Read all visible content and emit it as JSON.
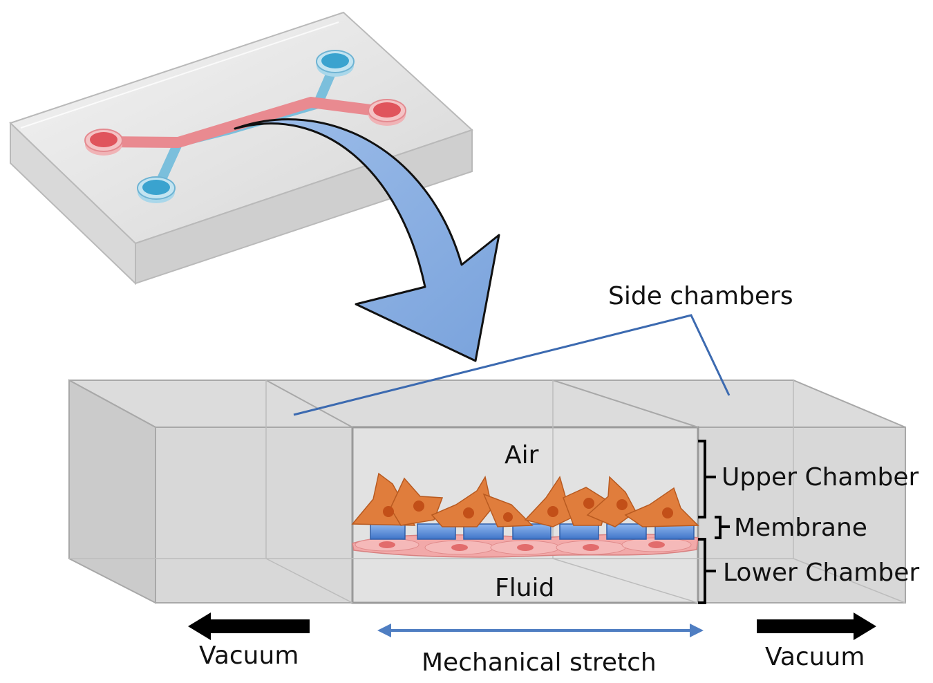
{
  "labels": {
    "side_chambers": "Side chambers",
    "air": "Air",
    "fluid": "Fluid",
    "upper_chamber": "Upper Chamber",
    "membrane": "Membrane",
    "lower_chamber": "Lower Chamber",
    "vacuum_left": "Vacuum",
    "vacuum_right": "Vacuum",
    "mechanical_stretch": "Mechanical stretch"
  },
  "colors": {
    "inlet_red": "#e0545c",
    "inlet_blue": "#3aa3cf",
    "channel_red": "#e98a90",
    "channel_blue": "#7bbfdc",
    "arrow_fill": "#8ab0e0",
    "membrane_blue": "#5b8fdc",
    "epithelial_orange": "#e07d3c",
    "endothelial_pink": "#f0a6a6",
    "callout_line": "#3c6ab0",
    "vacuum_arrow": "#111111"
  }
}
